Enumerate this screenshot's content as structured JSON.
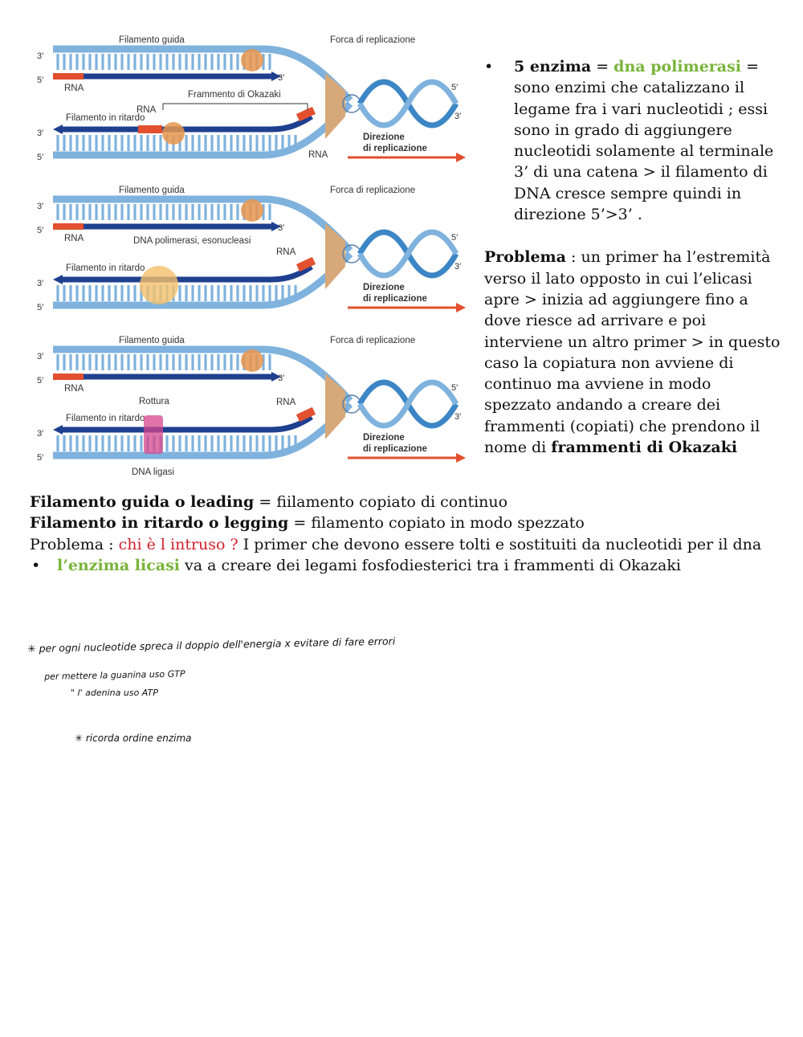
{
  "figure": {
    "labels": {
      "filamento_guida": "Filamento guida",
      "forca": "Forca di replicazione",
      "rna": "RNA",
      "frammento_okazaki": "Frammento di Okazaki",
      "filamento_ritardo": "Filamento in ritardo",
      "direzione_1": "Direzione",
      "direzione_2": "di replicazione",
      "dna_polimerasi": "DNA polimerasi, esonucleasi",
      "rottura": "Rottura",
      "dna_ligasi": "DNA ligasi",
      "prime3": "3′",
      "prime5": "5′"
    },
    "colors": {
      "strand_blue": "#1f3f8f",
      "light_blue": "#7fb2dd",
      "rna_red": "#e2502f",
      "enzyme_orange": "#e8954f",
      "ligase_pink": "#d6468c",
      "arrow_red": "#e2502f"
    }
  },
  "notes": {
    "enzyme_bullet": {
      "bullet": "•",
      "bold_label": "5 enzima",
      "eq1": " = ",
      "green_term": "dna polimerasi",
      "rest": " = sono enzimi che catalizzano il legame fra i vari nucleotidi ; essi sono in grado di aggiungere nucleotidi solamente al terminale 3’ di una catena > il filamento di DNA cresce sempre quindi in direzione 5’>3’ ."
    },
    "problema": {
      "bold_label": "Problema",
      "text": " : un primer ha l’estremità verso il lato opposto in cui l’elicasi apre > inizia ad aggiungere fino a dove riesce ad arrivare e poi interviene un altro primer > in questo caso la copiatura non avviene di continuo ma avviene in modo spezzato andando a creare dei frammenti (copiati) che prendono il nome di ",
      "bold_end": "frammenti di Okazaki"
    }
  },
  "bottom": {
    "line1": {
      "bold": "Filamento guida o leading",
      "text": " = fiilamento copiato di continuo"
    },
    "line2": {
      "bold": "Filamento in ritardo o legging",
      "text": " = filamento copiato in modo spezzato"
    },
    "line3": {
      "prefix": "Problema : ",
      "red": "chi è l intruso ?",
      "text": " I primer che devono essere tolti e sostituiti da nucleotidi per il dna"
    },
    "line4": {
      "bullet": "•",
      "green": "l’enzima licasi",
      "text": " va a creare dei legami fosfodiesterici tra i frammenti di Okazaki"
    }
  },
  "handwritten": {
    "line1": "✳ per ogni nucleotide spreca il doppio dell'energia x evitare di fare errori",
    "line2": "per mettere la guanina uso GTP",
    "line3": "\"     l' adenina  uso ATP",
    "line4": "✳ ricorda ordine enzima"
  }
}
